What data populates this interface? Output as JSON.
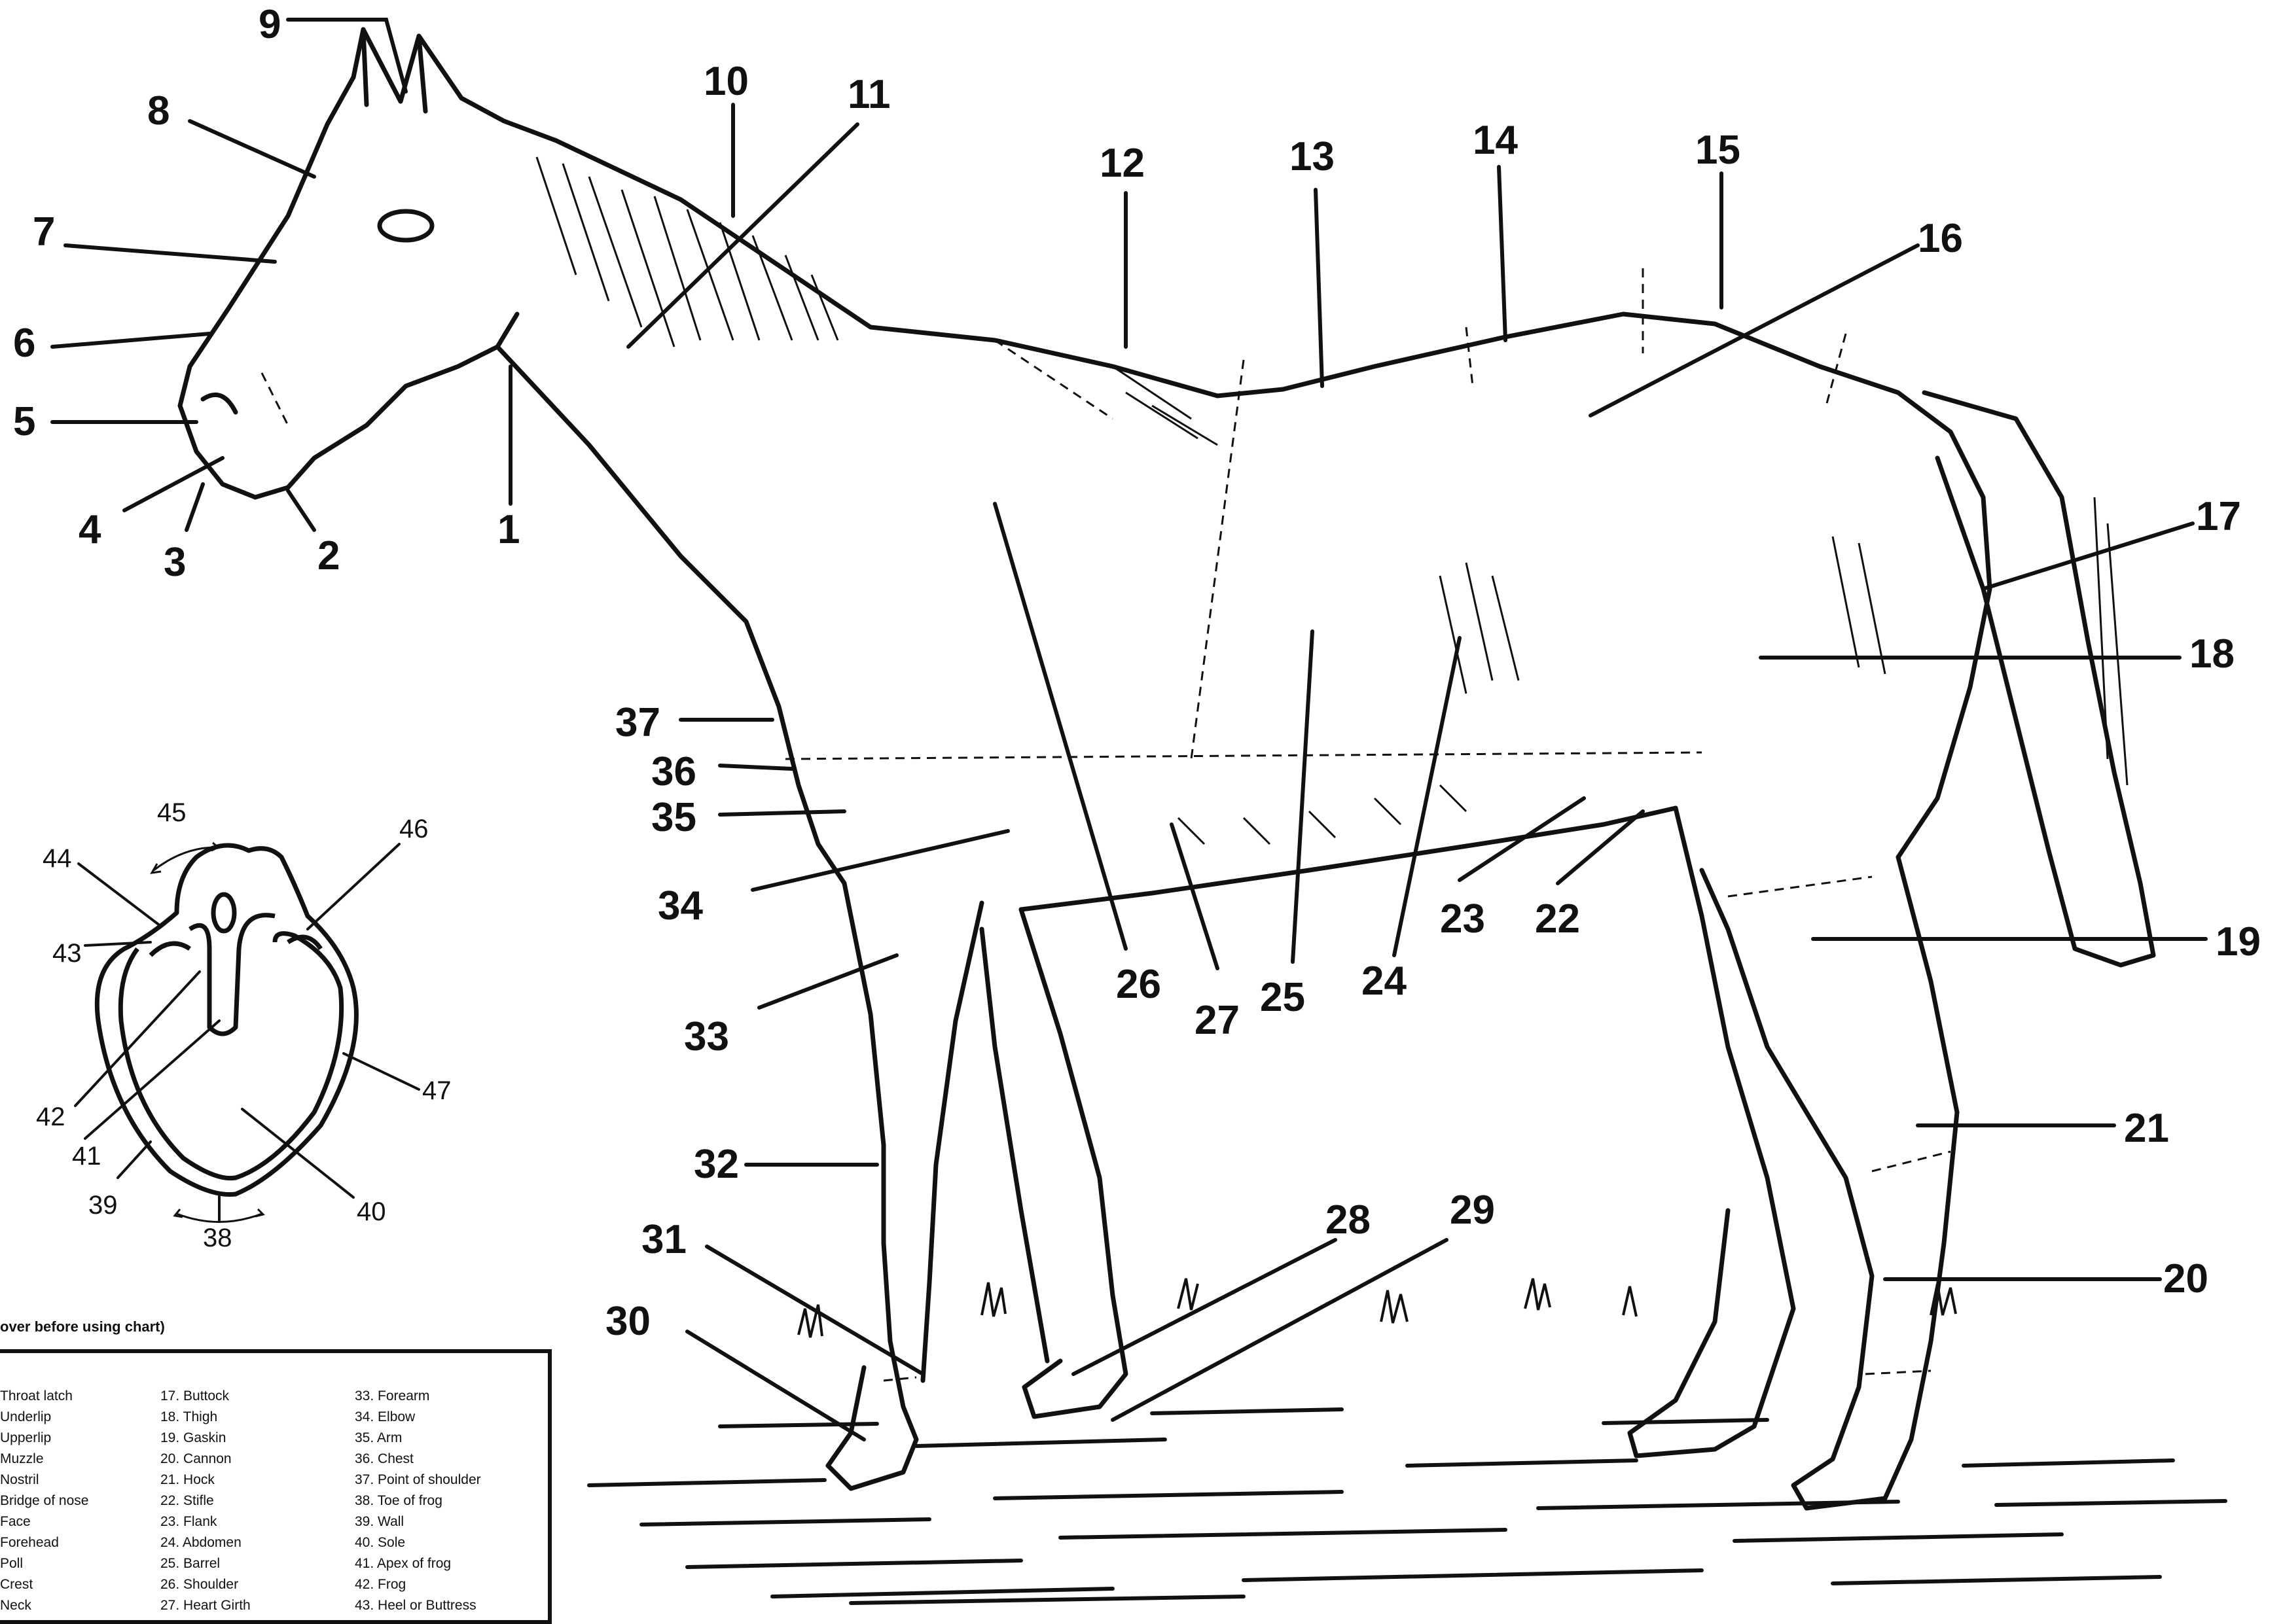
{
  "diagram": {
    "callouts": [
      {
        "n": "1"
      },
      {
        "n": "2"
      },
      {
        "n": "3"
      },
      {
        "n": "4"
      },
      {
        "n": "5"
      },
      {
        "n": "6"
      },
      {
        "n": "7"
      },
      {
        "n": "8"
      },
      {
        "n": "9"
      },
      {
        "n": "10"
      },
      {
        "n": "11"
      },
      {
        "n": "12"
      },
      {
        "n": "13"
      },
      {
        "n": "14"
      },
      {
        "n": "15"
      },
      {
        "n": "16"
      },
      {
        "n": "17"
      },
      {
        "n": "18"
      },
      {
        "n": "19"
      },
      {
        "n": "20"
      },
      {
        "n": "21"
      },
      {
        "n": "22"
      },
      {
        "n": "23"
      },
      {
        "n": "24"
      },
      {
        "n": "25"
      },
      {
        "n": "26"
      },
      {
        "n": "27"
      },
      {
        "n": "28"
      },
      {
        "n": "29"
      },
      {
        "n": "30"
      },
      {
        "n": "31"
      },
      {
        "n": "32"
      },
      {
        "n": "33"
      },
      {
        "n": "34"
      },
      {
        "n": "35"
      },
      {
        "n": "36"
      },
      {
        "n": "37"
      }
    ],
    "hoof_callouts": [
      {
        "n": "38"
      },
      {
        "n": "39"
      },
      {
        "n": "40"
      },
      {
        "n": "41"
      },
      {
        "n": "42"
      },
      {
        "n": "43"
      },
      {
        "n": "44"
      },
      {
        "n": "45"
      },
      {
        "n": "46"
      },
      {
        "n": "47"
      }
    ]
  },
  "legend": {
    "title": "over before using chart)",
    "columns": [
      [
        "Throat latch",
        "Underlip",
        "Upperlip",
        "Muzzle",
        "Nostril",
        "Bridge of nose",
        "Face",
        "Forehead",
        "Poll",
        "Crest",
        "Neck"
      ],
      [
        "17.  Buttock",
        "18.  Thigh",
        "19.  Gaskin",
        "20.  Cannon",
        "21.  Hock",
        "22.  Stifle",
        "23.  Flank",
        "24.  Abdomen",
        "25.  Barrel",
        "26.  Shoulder",
        "27.  Heart Girth"
      ],
      [
        "33.  Forearm",
        "34.  Elbow",
        "35.  Arm",
        "36.  Chest",
        "37.  Point of shoulder",
        "38.  Toe  of frog",
        "39.  Wall",
        "40.  Sole",
        "41.  Apex of frog",
        "42.  Frog",
        "43.  Heel or Buttress"
      ]
    ]
  }
}
